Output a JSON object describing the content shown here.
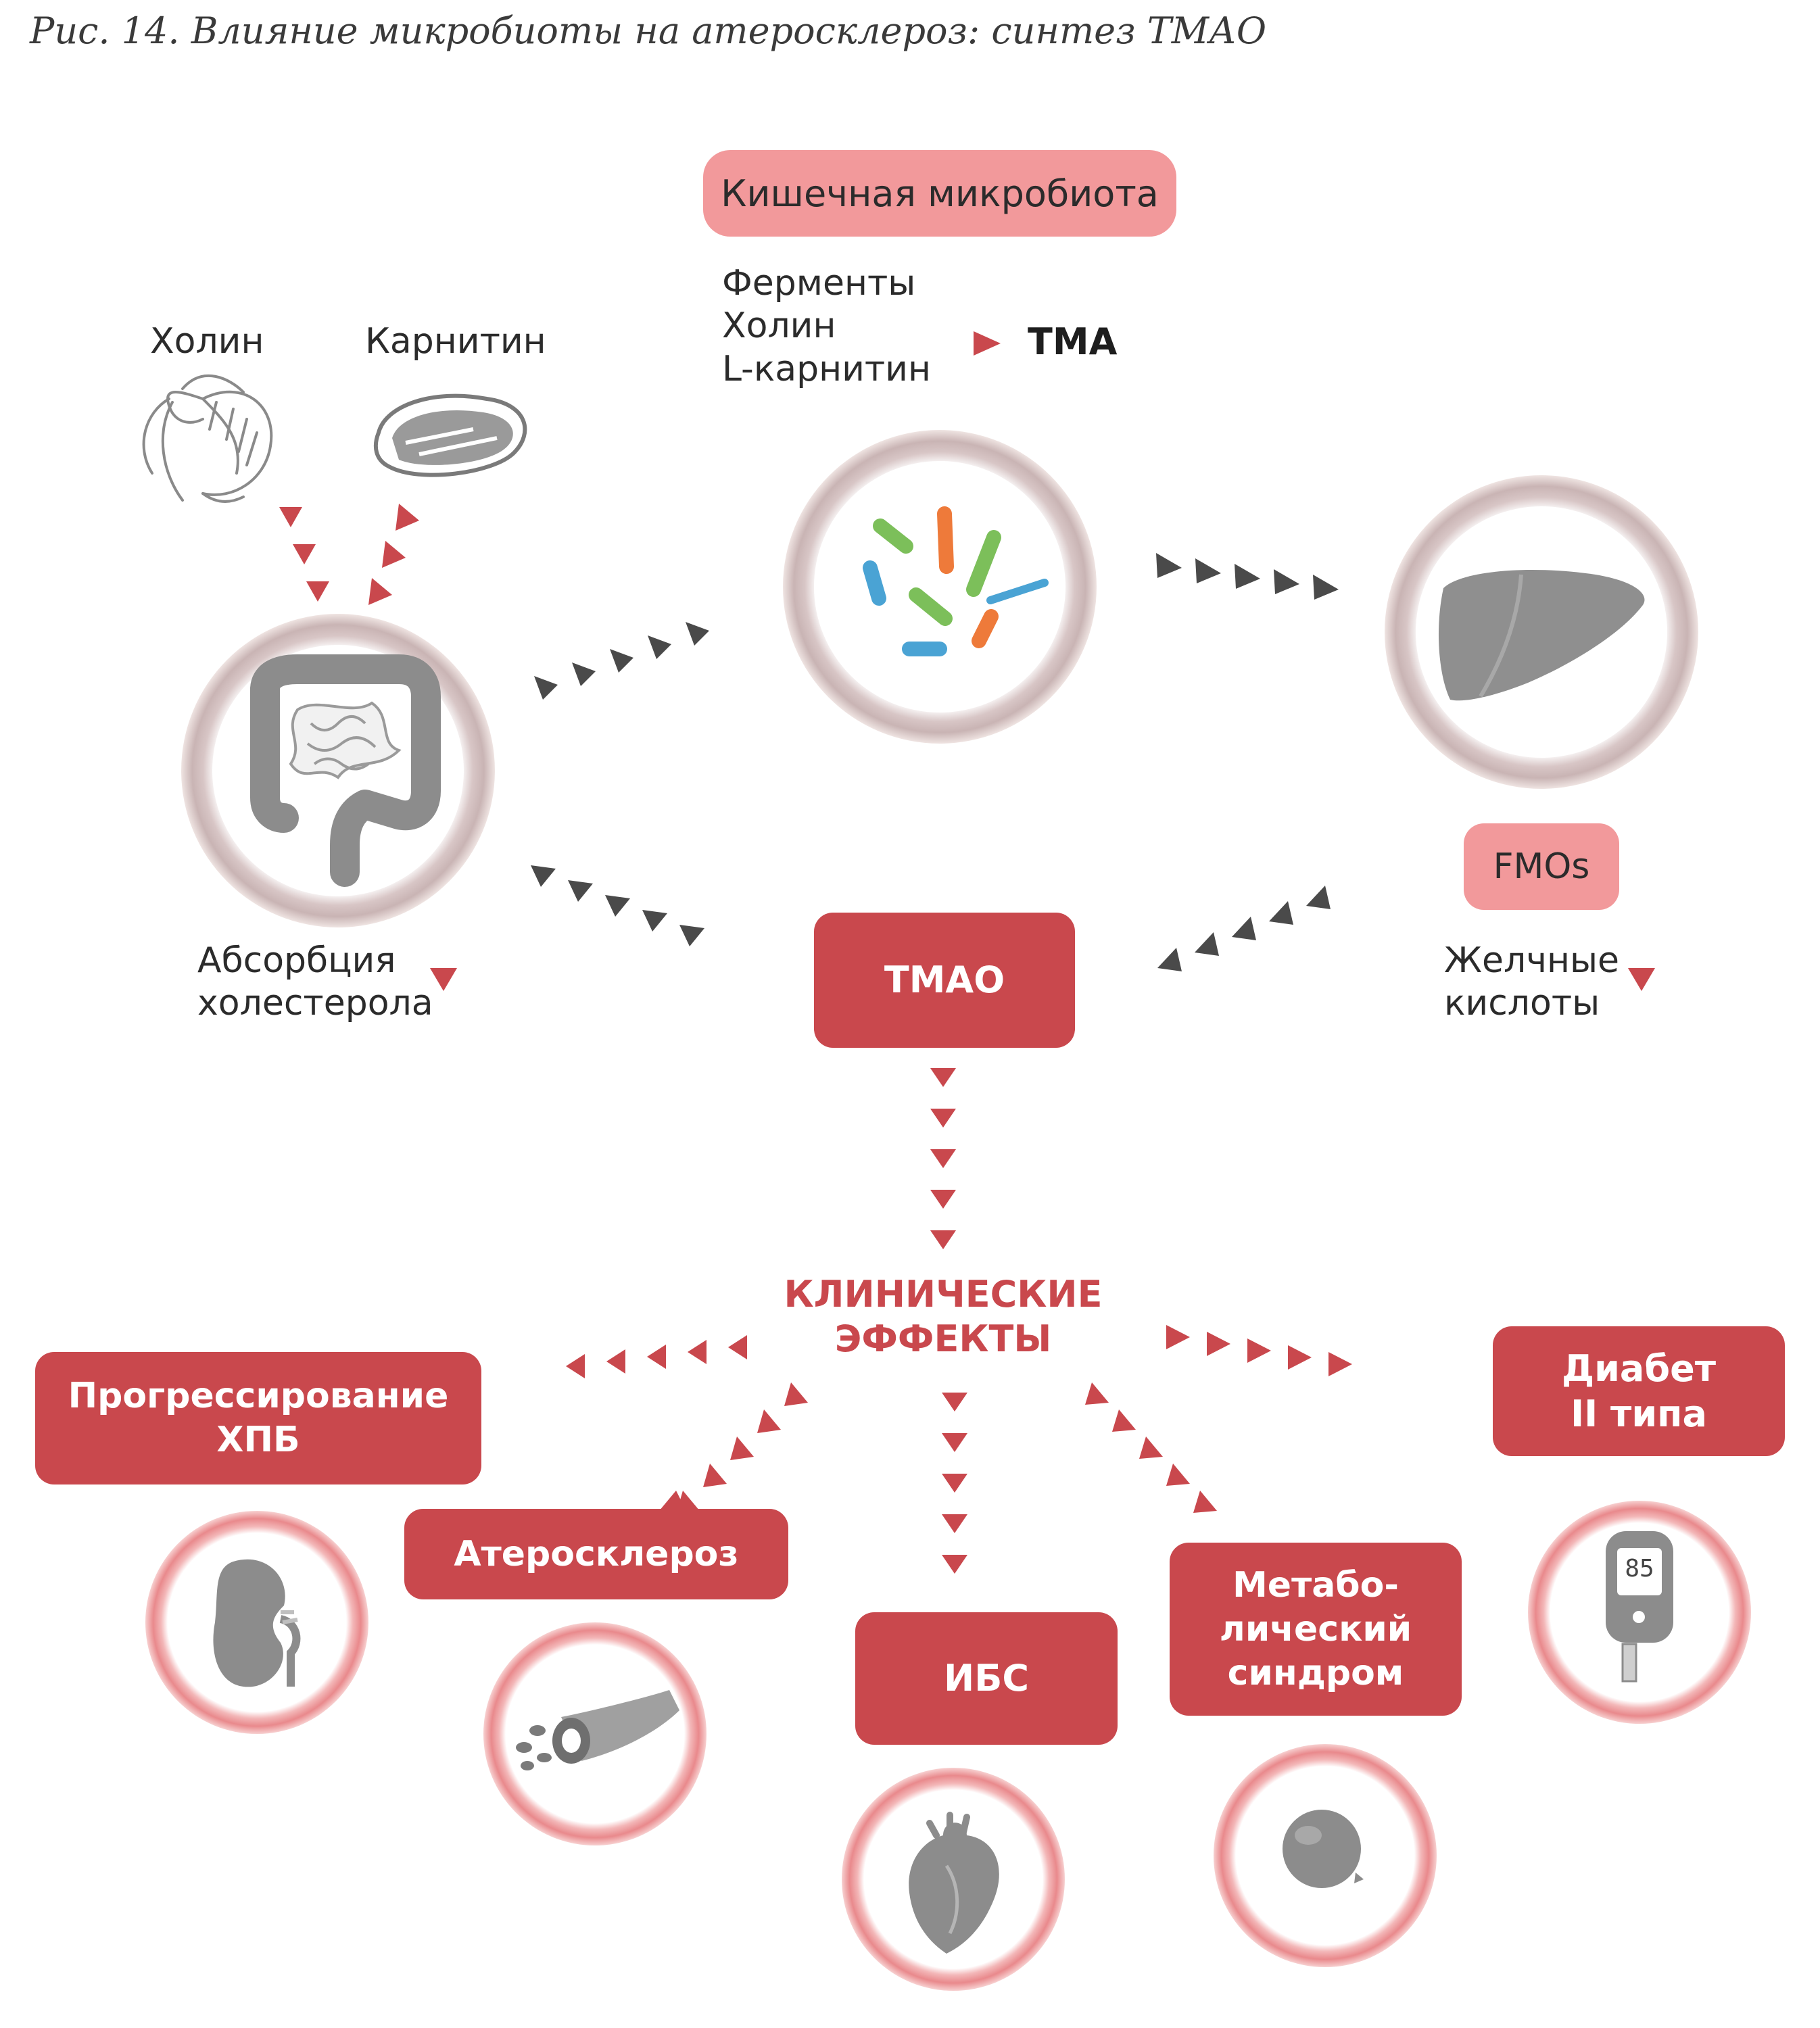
{
  "caption": "Рис. 14. Влияние микробиоты на атеросклероз: синтез ТМАО",
  "microbiota": {
    "title": "Кишечная микробиота",
    "substrates": [
      "Ферменты",
      "Холин",
      "L-карнитин"
    ],
    "product": "ТМА"
  },
  "diet": {
    "choline": "Холин",
    "carnitine": "Карнитин"
  },
  "gut": {
    "note_lines": [
      "Абсорбция",
      "холестерола"
    ]
  },
  "liver": {
    "enzyme": "FMOs",
    "note_lines": [
      "Желчные",
      "кислоты"
    ]
  },
  "tmao": "ТМАО",
  "effects_title": [
    "КЛИНИЧЕСКИЕ",
    "ЭФФЕКТЫ"
  ],
  "outcomes": {
    "ckd": [
      "Прогрессирование",
      "ХПБ"
    ],
    "athero": "Атеросклероз",
    "ibs": "ИБС",
    "metabolic": [
      "Метабо-",
      "лический",
      "синдром"
    ],
    "diabetes": [
      "Диабет",
      "II типа"
    ],
    "glucometer_reading": "85"
  },
  "colors": {
    "accent_red": "#c9484d",
    "pill_pink": "#f2999b",
    "arrow_grey": "#4a4a4a",
    "organ_grey": "#8c8c8c",
    "bacteria": [
      "#4aa3d4",
      "#ee7a3a",
      "#7cbf5a"
    ]
  }
}
